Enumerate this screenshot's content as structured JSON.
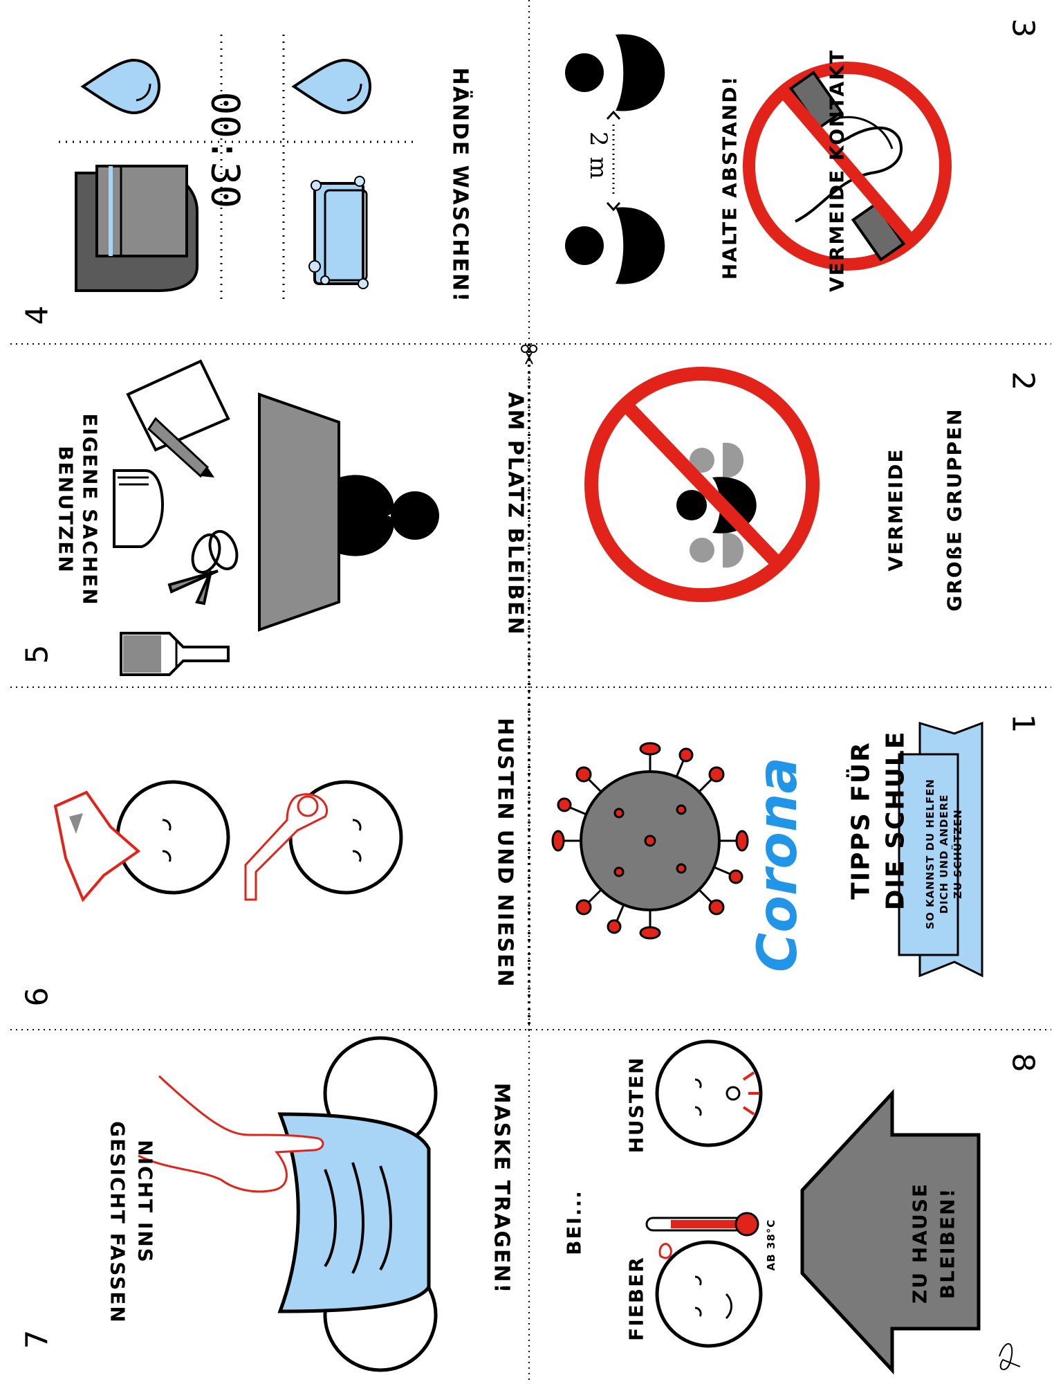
{
  "pages": {
    "p1": {
      "number": "1",
      "title": "Corona",
      "subtitle_line1": "TIPPS FÜR",
      "subtitle_line2": "DIE SCHULE",
      "banner_line1": "SO KANNST DU HELFEN",
      "banner_line2": "DICH UND ANDERE",
      "banner_line3": "ZU SCHÜTZEN"
    },
    "p2": {
      "number": "2",
      "caption_line1": "VERMEIDE",
      "caption_line2": "GROßE GRUPPEN"
    },
    "p3": {
      "number": "3",
      "distance_label": "2 m",
      "caption_top": "HALTE ABSTAND!",
      "caption_bottom": "VERMEIDE KONTAKT"
    },
    "p4": {
      "number": "4",
      "timer": "00:30",
      "caption": "HÄNDE WASCHEN!"
    },
    "p5": {
      "number": "5",
      "caption_main": "AM PLATZ BLEIBEN",
      "caption_line1": "EIGENE SACHEN",
      "caption_line2": "BENUTZEN"
    },
    "p6": {
      "number": "6",
      "caption": "HUSTEN UND NIESEN"
    },
    "p7": {
      "number": "7",
      "caption_main": "MASKE TRAGEN!",
      "caption_line1": "NICHT INS",
      "caption_line2": "GESICHT FASSEN"
    },
    "p8": {
      "number": "8",
      "intro": "BEI...",
      "fever": "FIEBER",
      "cough": "HUSTEN",
      "temp": "AB 38°C",
      "arrow_line1": "ZU HAUSE",
      "arrow_line2": "BLEIBEN!"
    }
  },
  "colors": {
    "red": "#e2231a",
    "blue": "#a8d4f5",
    "gray": "#7a7a7a",
    "corona_blue": "#2196e8"
  }
}
